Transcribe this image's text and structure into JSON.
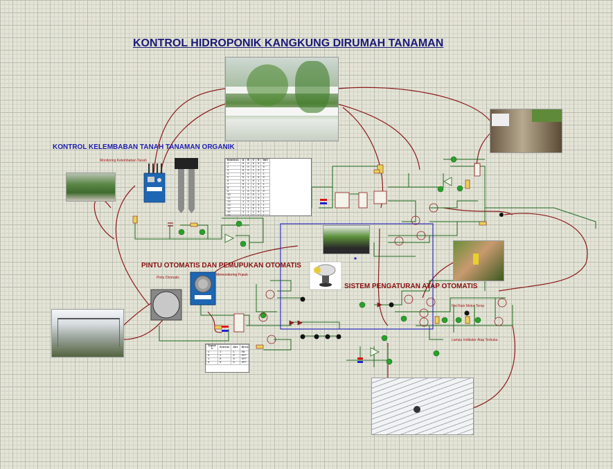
{
  "title": "KONTROL HIDROPONIK KANGKUNG DIRUMAH TANAMAN",
  "sections": {
    "soil": "KONTROL KELEMBABAN TANAH TANAMAN ORGANIK",
    "door": "PINTU OTOMATIS DAN PEMUPUKAN OTOMATIS",
    "roof": "SISTEM PENGATURAN ATAP OTOMATIS"
  },
  "labels": {
    "soil_monitor": "Monitoring Kelembaban Tanah",
    "door_auto": "Pintu Otomatis",
    "fertilizer": "Memonitoring Pupuk",
    "roof_lamp": "Lampu Indikator Atap Terbuka",
    "roof_states": "Hot   Rain   Motor   Temp"
  },
  "truth_table": {
    "headers": [
      "Input 1",
      "Status",
      "Out",
      "Keterangan"
    ],
    "rows": [
      [
        "1",
        "1",
        "1",
        "ON"
      ],
      [
        "0",
        "1",
        "0",
        "OFF"
      ],
      [
        "1",
        "0",
        "0",
        "OFF"
      ],
      [
        "0",
        "0",
        "0",
        "OFF"
      ]
    ]
  },
  "code_table": {
    "headers": [
      "Kondisi",
      "A",
      "B",
      "C",
      "D",
      "Out"
    ],
    "rows": [
      [
        "1",
        "0",
        "0",
        "0",
        "0",
        "0"
      ],
      [
        "2",
        "0",
        "0",
        "0",
        "1",
        "0"
      ],
      [
        "3",
        "0",
        "0",
        "1",
        "0",
        "1"
      ],
      [
        "4",
        "0",
        "0",
        "1",
        "1",
        "1"
      ],
      [
        "5",
        "0",
        "1",
        "0",
        "0",
        "0"
      ],
      [
        "6",
        "0",
        "1",
        "0",
        "1",
        "1"
      ],
      [
        "7",
        "0",
        "1",
        "1",
        "0",
        "1"
      ],
      [
        "8",
        "0",
        "1",
        "1",
        "1",
        "1"
      ],
      [
        "9",
        "1",
        "0",
        "0",
        "0",
        "0"
      ],
      [
        "10",
        "1",
        "0",
        "0",
        "1",
        "1"
      ],
      [
        "11",
        "1",
        "0",
        "1",
        "0",
        "1"
      ],
      [
        "12",
        "1",
        "0",
        "1",
        "1",
        "1"
      ],
      [
        "13",
        "1",
        "1",
        "0",
        "0",
        "1"
      ],
      [
        "14",
        "1",
        "1",
        "0",
        "1",
        "1"
      ],
      [
        "15",
        "1",
        "1",
        "1",
        "0",
        "1"
      ],
      [
        "16",
        "1",
        "1",
        "1",
        "1",
        "1"
      ]
    ]
  },
  "colors": {
    "wire": "#1e6a1e",
    "link": "#8b1a1a",
    "frame": "#2020c0",
    "resistor": "#e8d25a",
    "led": "#2aa02a"
  }
}
